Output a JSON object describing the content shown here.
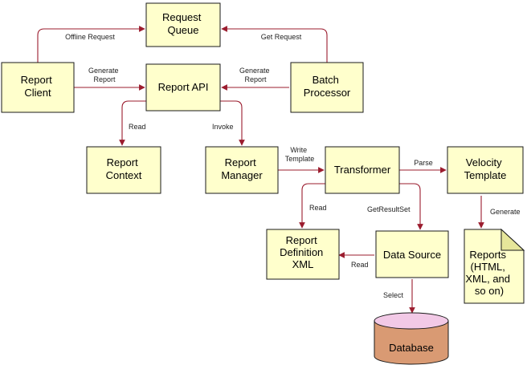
{
  "colors": {
    "box_fill": "#ffffcc",
    "box_stroke": "#1a1a1a",
    "arrow": "#9b1c2e",
    "database_body": "#d99a73",
    "database_top": "#f2c9e6"
  },
  "nodes": {
    "request_queue": [
      "Request",
      "Queue"
    ],
    "report_client": [
      "Report",
      "Client"
    ],
    "report_api": [
      "Report API"
    ],
    "batch_processor": [
      "Batch",
      "Processor"
    ],
    "report_context": [
      "Report",
      "Context"
    ],
    "report_manager": [
      "Report",
      "Manager"
    ],
    "transformer": [
      "Transformer"
    ],
    "velocity_template": [
      "Velocity",
      "Template"
    ],
    "report_definition_xml": [
      "Report",
      "Definition",
      "XML"
    ],
    "data_source": [
      "Data Source"
    ],
    "reports": [
      "Reports",
      "(HTML,",
      "XML, and",
      "so on)"
    ],
    "database": [
      "Database"
    ]
  },
  "edges": {
    "offline_request": [
      "Offline Request"
    ],
    "get_request": [
      "Get Request"
    ],
    "client_generate_report": [
      "Generate",
      "Report"
    ],
    "batch_generate_report": [
      "Generate",
      "Report"
    ],
    "api_read": [
      "Read"
    ],
    "invoke": [
      "Invoke"
    ],
    "write_template": [
      "Write",
      "Template"
    ],
    "parse": [
      "Parse"
    ],
    "generate": [
      "Generate"
    ],
    "transformer_read": [
      "Read"
    ],
    "get_result_set": [
      "GetResultSet"
    ],
    "datasource_read": [
      "Read"
    ],
    "select": [
      "Select"
    ]
  }
}
